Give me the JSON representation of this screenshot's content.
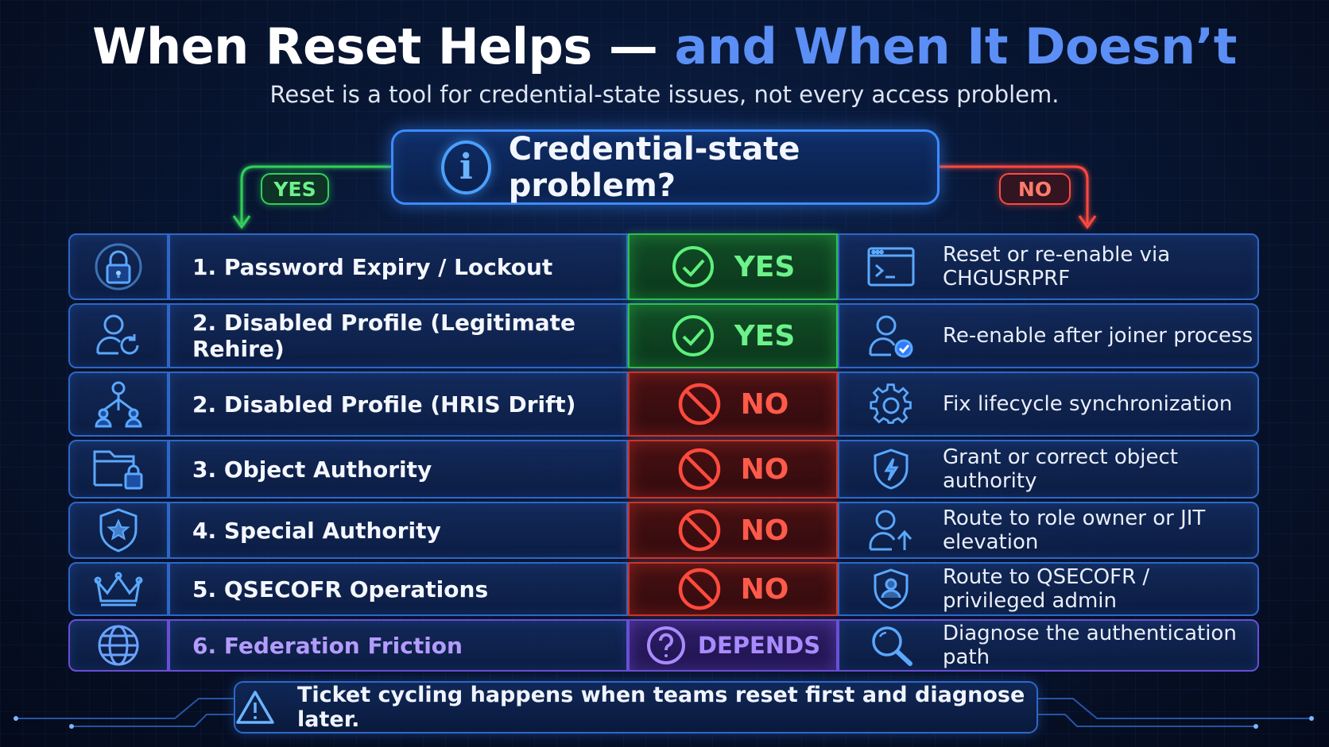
{
  "title": {
    "part1": "When Reset Helps — ",
    "part2": "and When It Doesn’t"
  },
  "subtitle": "Reset is a tool for credential-state issues, not every access problem.",
  "question": {
    "text": "Credential-state problem?",
    "icon": "info-icon"
  },
  "branches": {
    "yes": "YES",
    "no": "NO"
  },
  "colors": {
    "yes": "#2fbf4f",
    "no": "#c8362b",
    "depends": "#7b55e0",
    "accent": "#3d8bff"
  },
  "rows": [
    {
      "icon": "lock-icon",
      "label": "1.  Password Expiry / Lockout",
      "verdict": "YES",
      "verdict_type": "yes",
      "verdict_icon": "check-circle-icon",
      "action_icon": "terminal-icon",
      "action": "Reset or re-enable via CHGUSRPRF"
    },
    {
      "icon": "user-refresh-icon",
      "label": "2.  Disabled Profile (Legitimate Rehire)",
      "verdict": "YES",
      "verdict_type": "yes",
      "verdict_icon": "check-circle-icon",
      "action_icon": "user-check-icon",
      "action": "Re-enable after joiner process"
    },
    {
      "icon": "network-icon",
      "label": "2.  Disabled Profile (HRIS Drift)",
      "verdict": "NO",
      "verdict_type": "no",
      "verdict_icon": "prohibited-icon",
      "action_icon": "gear-icon",
      "action": "Fix lifecycle synchronization"
    },
    {
      "icon": "folder-lock-icon",
      "label": "3.  Object Authority",
      "verdict": "NO",
      "verdict_type": "no",
      "verdict_icon": "prohibited-icon",
      "action_icon": "shield-bolt-icon",
      "action": "Grant or correct object authority"
    },
    {
      "icon": "shield-star-icon",
      "label": "4.  Special Authority",
      "verdict": "NO",
      "verdict_type": "no",
      "verdict_icon": "prohibited-icon",
      "action_icon": "user-up-icon",
      "action": "Route to role owner or JIT elevation"
    },
    {
      "icon": "crown-icon",
      "label": "5.  QSECOFR Operations",
      "verdict": "NO",
      "verdict_type": "no",
      "verdict_icon": "prohibited-icon",
      "action_icon": "shield-user-icon",
      "action": "Route to QSECOFR / privileged admin"
    },
    {
      "icon": "globe-icon",
      "label": "6.  Federation Friction",
      "verdict": "DEPENDS",
      "verdict_type": "depends",
      "verdict_icon": "question-circle-icon",
      "action_icon": "search-icon",
      "action": "Diagnose the authentication path"
    }
  ],
  "footer": {
    "icon": "warning-icon",
    "text": "Ticket cycling happens when teams reset first and diagnose later."
  }
}
